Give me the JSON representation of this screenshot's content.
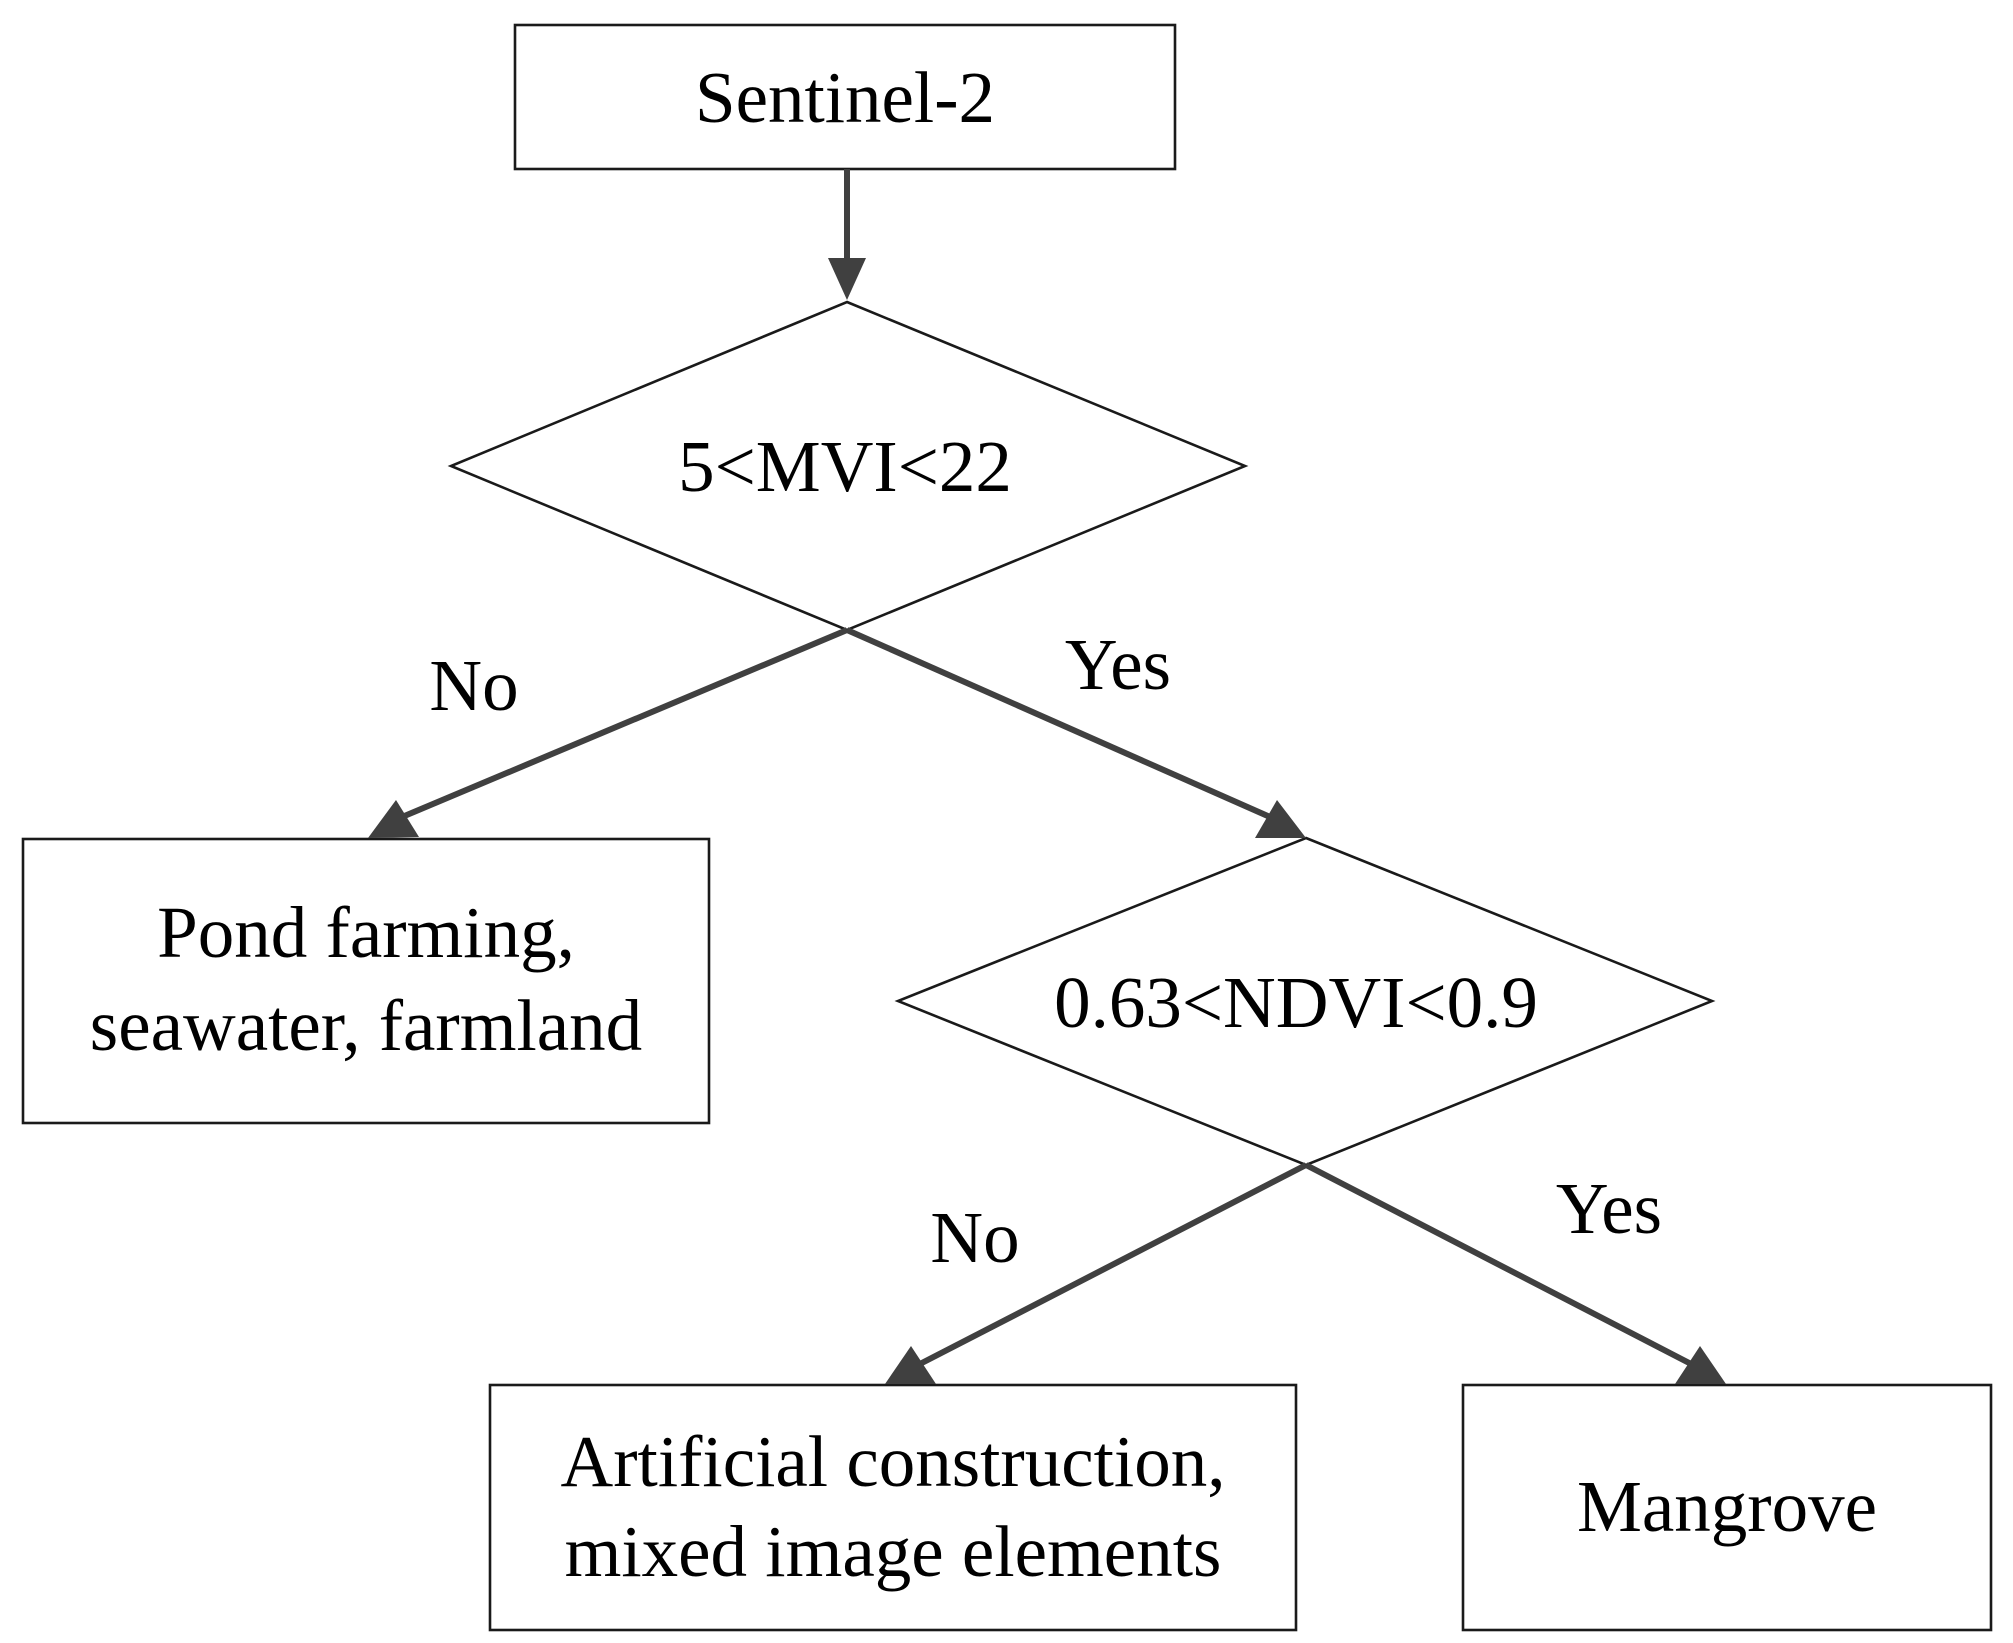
{
  "diagram": {
    "nodes": {
      "source": {
        "label": "Sentinel-2"
      },
      "decision_mvi": {
        "label": "5<MVI<22"
      },
      "decision_ndvi": {
        "label": "0.63<NDVI<0.9"
      },
      "class_pond": {
        "lines": [
          "Pond farming,",
          "seawater, farmland"
        ]
      },
      "class_artificial": {
        "lines": [
          "Artificial construction,",
          "mixed image elements"
        ]
      },
      "class_mangrove": {
        "label": "Mangrove"
      }
    },
    "edges": {
      "mvi_no": {
        "label": "No"
      },
      "mvi_yes": {
        "label": "Yes"
      },
      "ndvi_no": {
        "label": "No"
      },
      "ndvi_yes": {
        "label": "Yes"
      }
    },
    "colors": {
      "edge": "#404040",
      "border": "#1a1a1a",
      "text": "#000000",
      "background": "#ffffff"
    }
  }
}
